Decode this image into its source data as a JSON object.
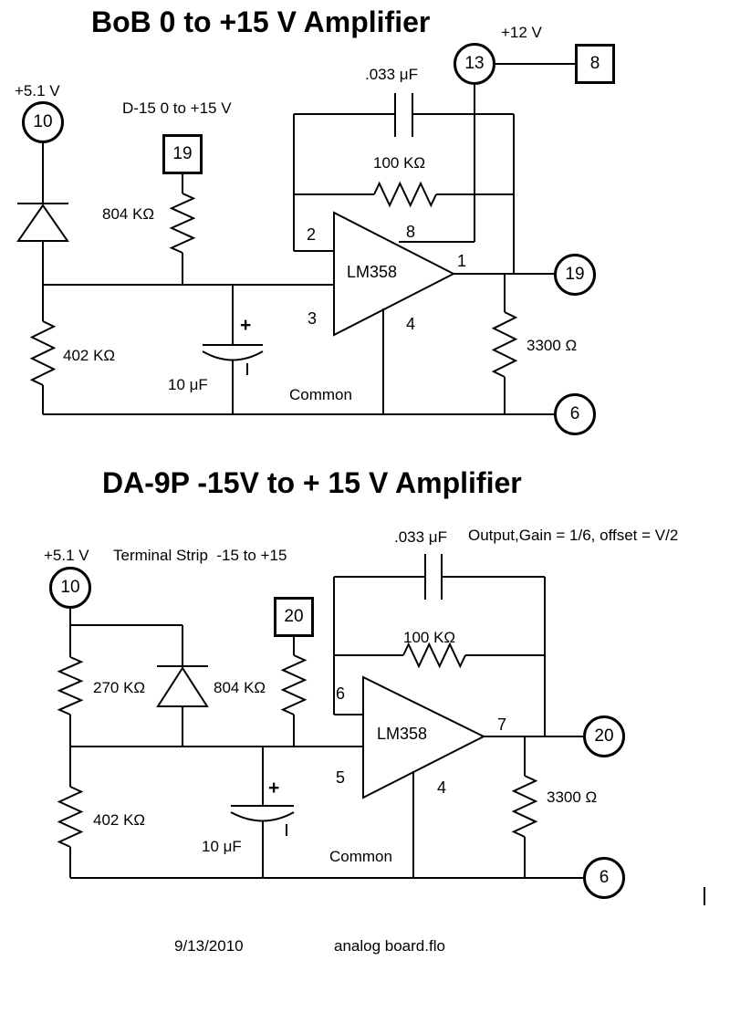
{
  "circuit1": {
    "title": "BoB 0 to +15 V Amplifier",
    "labels": {
      "supply_12v": "+12 V",
      "supply_5v1": "+5.1 V",
      "input_range": "D-15 0 to +15 V",
      "cap_feedback": ".033 μF",
      "r_feedback": "100 KΩ",
      "r_input": "804 KΩ",
      "r_lower": "402 KΩ",
      "cap_filter": "10 μF",
      "cap_plus": "+",
      "r_load": "3300 Ω",
      "common": "Common",
      "opamp": "LM358",
      "pin1": "1",
      "pin2": "2",
      "pin3": "3",
      "pin4": "4",
      "pin8": "8"
    },
    "nodes": {
      "in10": "10",
      "v13": "13",
      "out19": "19",
      "gnd6": "6"
    },
    "terminals": {
      "t19": "19",
      "t8": "8"
    }
  },
  "circuit2": {
    "title": "DA-9P -15V to + 15 V Amplifier",
    "labels": {
      "note_output": "Output,Gain = 1/6, offset = V/2",
      "supply_5v1": "+5.1 V",
      "input_range": "Terminal Strip  -15 to +15",
      "cap_feedback": ".033 μF",
      "r_feedback": "100 KΩ",
      "r_zener": "270 KΩ",
      "r_input": "804 KΩ",
      "r_lower": "402 KΩ",
      "cap_filter": "10 μF",
      "cap_plus": "+",
      "r_load": "3300 Ω",
      "common": "Common",
      "opamp": "LM358",
      "pin4": "4",
      "pin5": "5",
      "pin6": "6",
      "pin7": "7"
    },
    "nodes": {
      "in10": "10",
      "out20": "20",
      "gnd6": "6"
    },
    "terminals": {
      "t20": "20"
    }
  },
  "footer": {
    "date": "9/13/2010",
    "filename": "analog board.flo"
  }
}
